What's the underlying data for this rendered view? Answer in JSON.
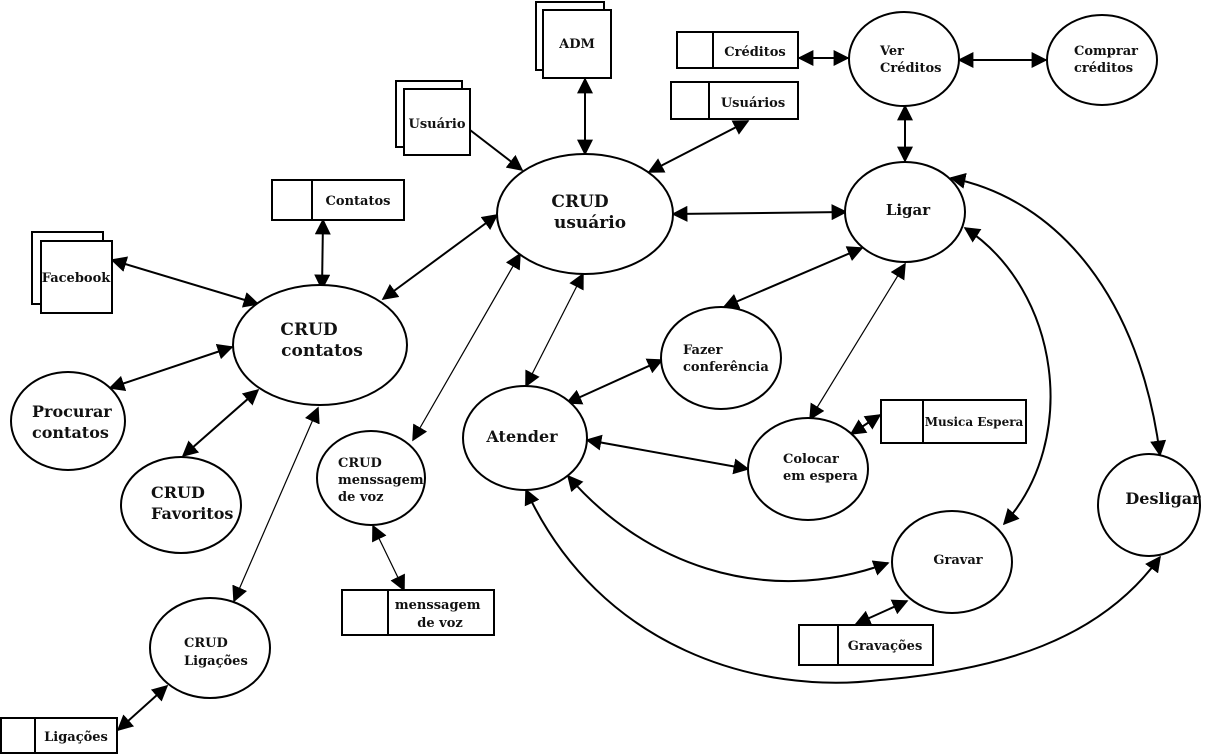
{
  "diagram": {
    "type": "data-flow-diagram",
    "colors": {
      "stroke": "#000000",
      "fill": "#ffffff",
      "text": "#111111"
    },
    "processes": [
      {
        "id": "crud_usuario",
        "lines": [
          "CRUD",
          "usuário"
        ]
      },
      {
        "id": "crud_contatos",
        "lines": [
          "CRUD",
          "contatos"
        ]
      },
      {
        "id": "ver_creditos",
        "lines": [
          "Ver",
          "Créditos"
        ]
      },
      {
        "id": "comprar_creditos",
        "lines": [
          "Comprar",
          "créditos"
        ]
      },
      {
        "id": "ligar",
        "lines": [
          "Ligar"
        ]
      },
      {
        "id": "procurar_contatos",
        "lines": [
          "Procurar",
          "contatos"
        ]
      },
      {
        "id": "crud_favoritos",
        "lines": [
          "CRUD",
          "Favoritos"
        ]
      },
      {
        "id": "crud_mensagem",
        "lines": [
          "CRUD",
          "menssagem",
          "de voz"
        ]
      },
      {
        "id": "atender",
        "lines": [
          "Atender"
        ]
      },
      {
        "id": "fazer_conferencia",
        "lines": [
          "Fazer",
          "conferência"
        ]
      },
      {
        "id": "colocar_espera",
        "lines": [
          "Colocar",
          "em espera"
        ]
      },
      {
        "id": "gravar",
        "lines": [
          "Gravar"
        ]
      },
      {
        "id": "desligar",
        "lines": [
          "Desligar"
        ]
      },
      {
        "id": "crud_ligacoes",
        "lines": [
          "CRUD",
          "Ligações"
        ]
      }
    ],
    "external_entities": [
      {
        "id": "adm",
        "lines": [
          "ADM"
        ]
      },
      {
        "id": "usuario",
        "lines": [
          "Usuário"
        ]
      },
      {
        "id": "facebook",
        "lines": [
          "Facebook"
        ]
      }
    ],
    "data_stores": [
      {
        "id": "creditos",
        "lines": [
          "Créditos"
        ]
      },
      {
        "id": "usuarios",
        "lines": [
          "Usuários"
        ]
      },
      {
        "id": "contatos",
        "lines": [
          "Contatos"
        ]
      },
      {
        "id": "musica_espera",
        "lines": [
          "Musica Espera"
        ]
      },
      {
        "id": "mensagem_voz",
        "lines": [
          "menssagem",
          "de voz"
        ]
      },
      {
        "id": "gravacoes",
        "lines": [
          "Gravações"
        ]
      },
      {
        "id": "ligacoes",
        "lines": [
          "Ligações"
        ]
      }
    ],
    "flows": [
      {
        "from": "adm",
        "to": "crud_usuario",
        "direction": "both"
      },
      {
        "from": "usuario",
        "to": "crud_usuario",
        "direction": "forward"
      },
      {
        "from": "usuarios",
        "to": "crud_usuario",
        "direction": "both"
      },
      {
        "from": "creditos",
        "to": "ver_creditos",
        "direction": "both"
      },
      {
        "from": "ver_creditos",
        "to": "comprar_creditos",
        "direction": "both"
      },
      {
        "from": "ver_creditos",
        "to": "ligar",
        "direction": "both"
      },
      {
        "from": "crud_usuario",
        "to": "ligar",
        "direction": "both"
      },
      {
        "from": "crud_usuario",
        "to": "crud_contatos",
        "direction": "both"
      },
      {
        "from": "contatos",
        "to": "crud_contatos",
        "direction": "both"
      },
      {
        "from": "facebook",
        "to": "crud_contatos",
        "direction": "both"
      },
      {
        "from": "crud_contatos",
        "to": "procurar_contatos",
        "direction": "both"
      },
      {
        "from": "crud_contatos",
        "to": "crud_favoritos",
        "direction": "both"
      },
      {
        "from": "crud_contatos",
        "to": "crud_ligacoes",
        "direction": "both"
      },
      {
        "from": "crud_ligacoes",
        "to": "ligacoes",
        "direction": "both"
      },
      {
        "from": "crud_usuario",
        "to": "crud_mensagem",
        "direction": "both"
      },
      {
        "from": "crud_mensagem",
        "to": "mensagem_voz",
        "direction": "both"
      },
      {
        "from": "crud_usuario",
        "to": "atender",
        "direction": "both"
      },
      {
        "from": "ligar",
        "to": "fazer_conferencia",
        "direction": "both"
      },
      {
        "from": "atender",
        "to": "fazer_conferencia",
        "direction": "both"
      },
      {
        "from": "ligar",
        "to": "colocar_espera",
        "direction": "both"
      },
      {
        "from": "atender",
        "to": "colocar_espera",
        "direction": "both"
      },
      {
        "from": "colocar_espera",
        "to": "musica_espera",
        "direction": "both"
      },
      {
        "from": "ligar",
        "to": "gravar",
        "direction": "both"
      },
      {
        "from": "atender",
        "to": "gravar",
        "direction": "both"
      },
      {
        "from": "gravar",
        "to": "gravacoes",
        "direction": "both"
      },
      {
        "from": "ligar",
        "to": "desligar",
        "direction": "both"
      },
      {
        "from": "atender",
        "to": "desligar",
        "direction": "both"
      }
    ]
  }
}
